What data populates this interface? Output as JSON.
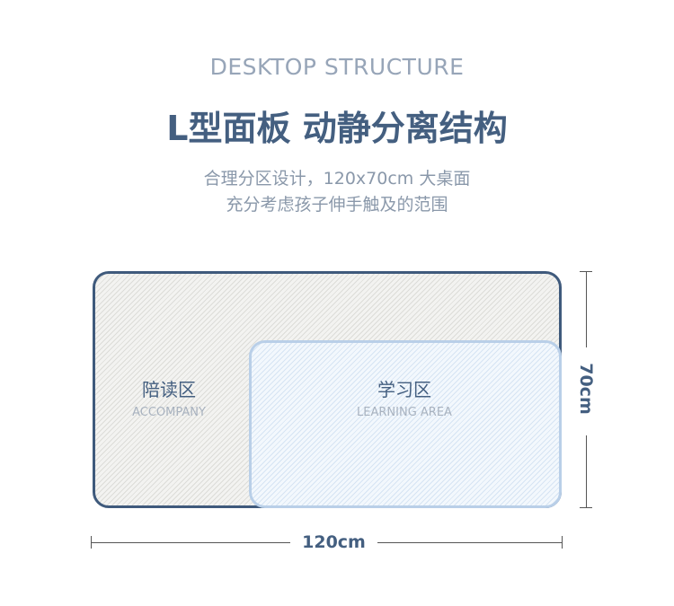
{
  "header": {
    "subtitle_en": "DESKTOP STRUCTURE",
    "title": "L型面板 动静分离结构",
    "desc_line1": "合理分区设计，120x70cm 大桌面",
    "desc_line2": "充分考虑孩子伸手触及的范围"
  },
  "zones": [
    {
      "name": "陪读区",
      "name_en": "ACCOMPANY"
    },
    {
      "name": "学习区",
      "name_en": "LEARNING AREA"
    }
  ],
  "dimensions": {
    "width": "120cm",
    "depth": "70cm"
  },
  "colors": {
    "primary": "#445f80",
    "outline": "#3f5a7c",
    "learning": "#b9cfe8"
  }
}
